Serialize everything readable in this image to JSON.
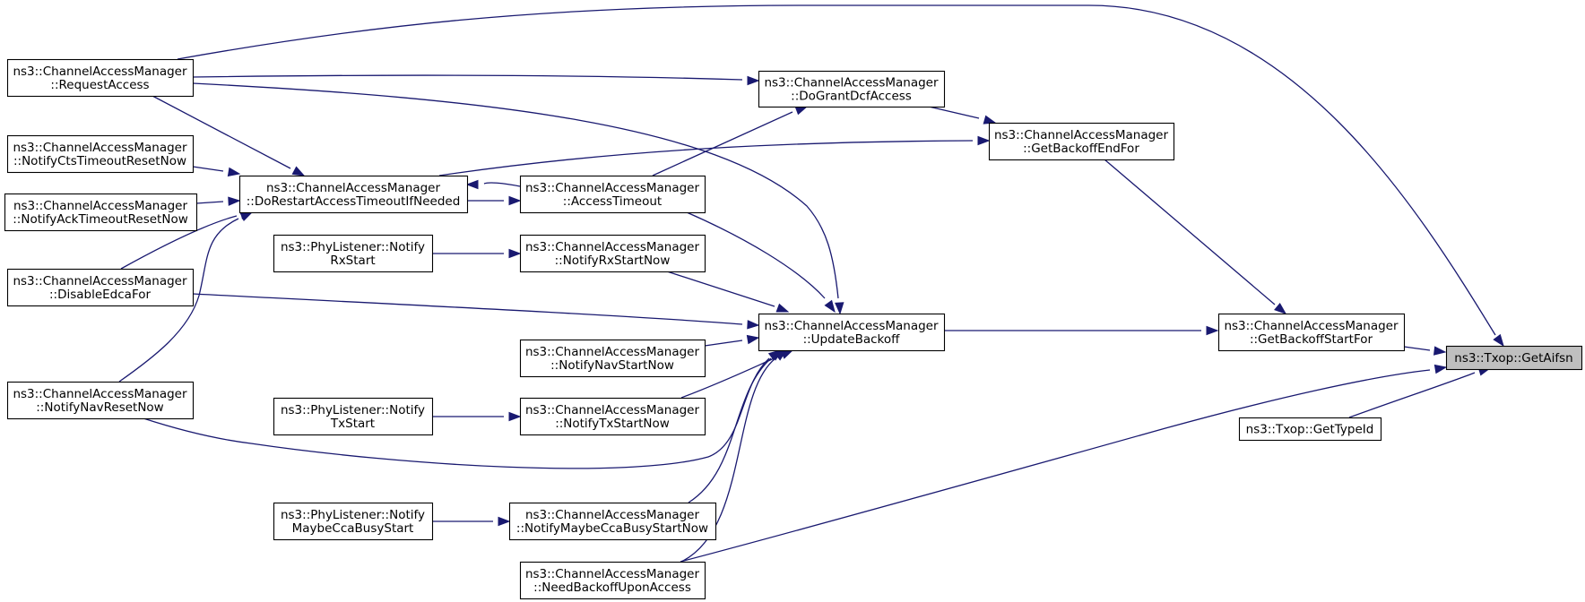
{
  "graph": {
    "edge_color": "#191970",
    "focus_fill": "#bfbfbf",
    "nodes": [
      {
        "id": "txop-getaifsn",
        "lines": [
          "ns3::Txop::GetAifsn"
        ],
        "focus": true
      },
      {
        "id": "txop-gettypeid",
        "lines": [
          "ns3::Txop::GetTypeId"
        ]
      },
      {
        "id": "cam-getbackoffstartfor",
        "lines": [
          "ns3::ChannelAccessManager",
          "::GetBackoffStartFor"
        ]
      },
      {
        "id": "cam-getbackoffendfor",
        "lines": [
          "ns3::ChannelAccessManager",
          "::GetBackoffEndFor"
        ]
      },
      {
        "id": "cam-updatebackoff",
        "lines": [
          "ns3::ChannelAccessManager",
          "::UpdateBackoff"
        ]
      },
      {
        "id": "cam-dograntdcfaccess",
        "lines": [
          "ns3::ChannelAccessManager",
          "::DoGrantDcfAccess"
        ]
      },
      {
        "id": "cam-accesstimeout",
        "lines": [
          "ns3::ChannelAccessManager",
          "::AccessTimeout"
        ]
      },
      {
        "id": "cam-notifyrxstartnow",
        "lines": [
          "ns3::ChannelAccessManager",
          "::NotifyRxStartNow"
        ]
      },
      {
        "id": "cam-notifynavstartnow",
        "lines": [
          "ns3::ChannelAccessManager",
          "::NotifyNavStartNow"
        ]
      },
      {
        "id": "cam-notifytxstartnow",
        "lines": [
          "ns3::ChannelAccessManager",
          "::NotifyTxStartNow"
        ]
      },
      {
        "id": "cam-notifymaybeccabusystartnow",
        "lines": [
          "ns3::ChannelAccessManager",
          "::NotifyMaybeCcaBusyStartNow"
        ]
      },
      {
        "id": "cam-needbackoffuponaccess",
        "lines": [
          "ns3::ChannelAccessManager",
          "::NeedBackoffUponAccess"
        ]
      },
      {
        "id": "cam-dorestartaccesstimeoutifneeded",
        "lines": [
          "ns3::ChannelAccessManager",
          "::DoRestartAccessTimeoutIfNeeded"
        ]
      },
      {
        "id": "phy-notifyrxstart",
        "lines": [
          "ns3::PhyListener::Notify",
          "RxStart"
        ]
      },
      {
        "id": "phy-notifytxstart",
        "lines": [
          "ns3::PhyListener::Notify",
          "TxStart"
        ]
      },
      {
        "id": "phy-notifymaybeccabusystart",
        "lines": [
          "ns3::PhyListener::Notify",
          "MaybeCcaBusyStart"
        ]
      },
      {
        "id": "cam-requestaccess",
        "lines": [
          "ns3::ChannelAccessManager",
          "::RequestAccess"
        ]
      },
      {
        "id": "cam-notifyctstimeoutresetnow",
        "lines": [
          "ns3::ChannelAccessManager",
          "::NotifyCtsTimeoutResetNow"
        ]
      },
      {
        "id": "cam-notifyacktimeoutresetnow",
        "lines": [
          "ns3::ChannelAccessManager",
          "::NotifyAckTimeoutResetNow"
        ]
      },
      {
        "id": "cam-disableedcafor",
        "lines": [
          "ns3::ChannelAccessManager",
          "::DisableEdcaFor"
        ]
      },
      {
        "id": "cam-notifynavresetnow",
        "lines": [
          "ns3::ChannelAccessManager",
          "::NotifyNavResetNow"
        ]
      }
    ]
  }
}
